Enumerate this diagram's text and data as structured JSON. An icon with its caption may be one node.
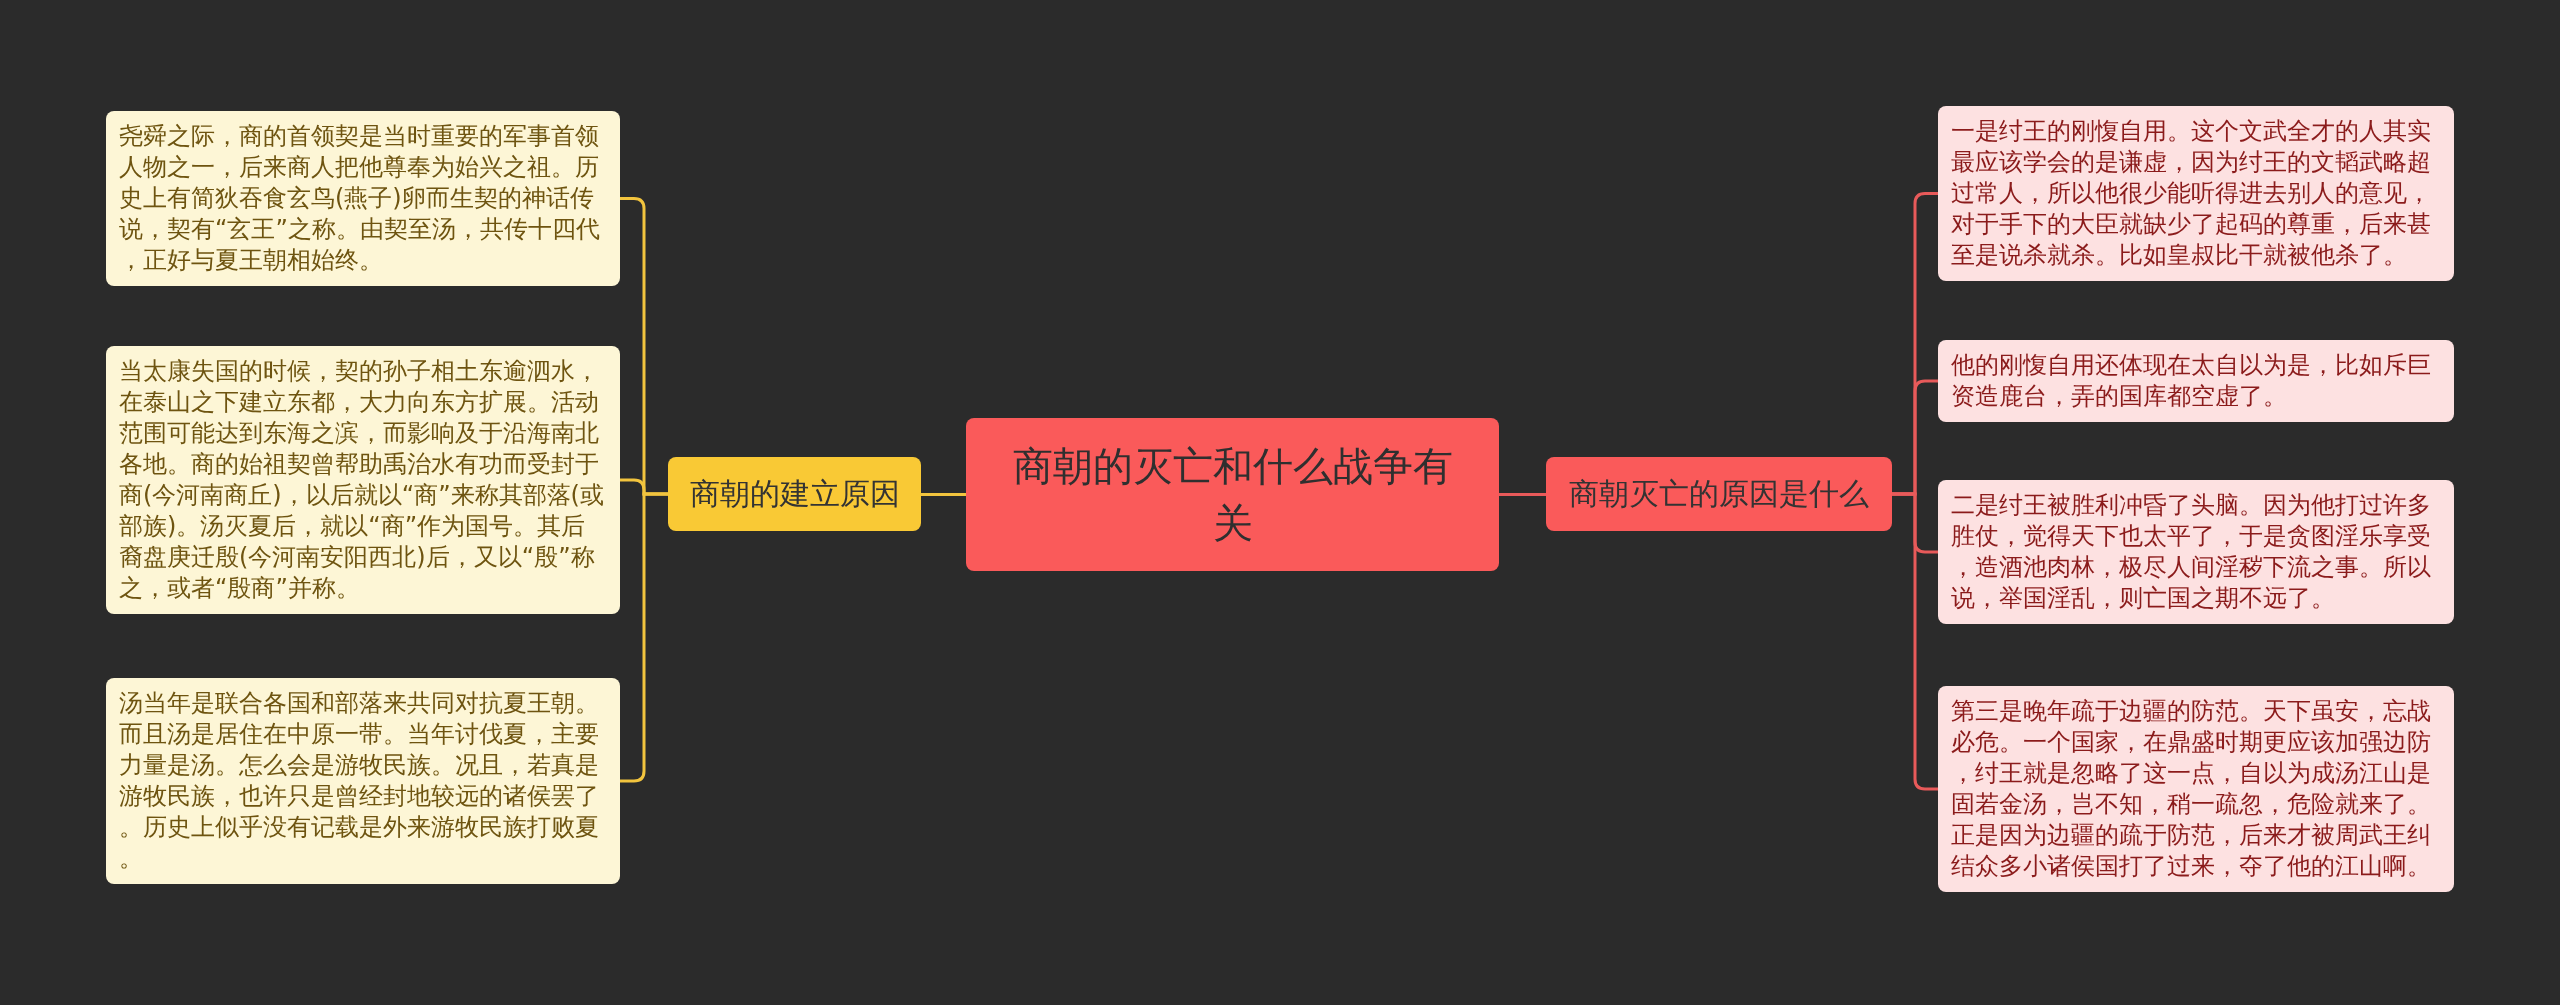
{
  "diagram": {
    "nodes": [
      {
        "text": [
          "商朝的灭亡和什么战争有关"
        ]
      },
      {
        "text": [
          "商朝的建立原因"
        ]
      },
      {
        "text": [
          "尧舜之际，商的首领契是当时重要的军事首领人物之一，后来商人把他尊奉为始兴之祖。历史上有简狄吞食玄鸟(燕子)卵而生契的神话传说，契有“玄王”之称。由契至汤，共传十四代，正好与夏王朝相始终。"
        ]
      },
      {
        "text": [
          "当太康失国的时候，契的孙子相土东逾泗水，在泰山之下建立东都，大力向东方扩展。活动范围可能达到东海之滨，而影响及于沿海南北各地。商的始祖契曾帮助禹治水有功而受封于商(今河南商丘)，以后就以“商”来称其部落(或部族)。汤灭夏后，就以“商”作为国号。其后裔盘庚迁殷(今河南安阳西北)后，又以“殷”称之，或者“殷商”并称。"
        ]
      },
      {
        "text": [
          "汤当年是联合各国和部落来共同对抗夏王朝。而且汤是居住在中原一带。当年讨伐夏，主要力量是汤。怎么会是游牧民族。况且，若真是游牧民族，也许只是曾经封地较远的诸侯罢了。历史上似乎没有记载是外来游牧民族打败夏。"
        ]
      },
      {
        "text": [
          "商朝灭亡的原因是什么"
        ]
      },
      {
        "text": [
          "一是纣王的刚愎自用。这个文武全才的人其实最应该学会的是谦虚，因为纣王的文韬武略超过常人，所以他很少能听得进去别人的意见，对于手下的大臣就缺少了起码的尊重，后来甚至是说杀就杀。比如皇叔比干就被他杀了。"
        ]
      },
      {
        "text": [
          "他的刚愎自用还体现在太自以为是，比如斥巨资造鹿台，弄的国库都空虚了。"
        ]
      },
      {
        "text": [
          "二是纣王被胜利冲昏了头脑。因为他打过许多胜仗，觉得天下也太平了，于是贪图淫乐享受，造酒池肉林，极尽人间淫秽下流之事。所以说，举国淫乱，则亡国之期不远了。"
        ]
      },
      {
        "text": [
          "第三是晚年疏于边疆的防范。天下虽安，忘战必危。一个国家，在鼎盛时期更应该加强边防，纣王就是忽略了这一点，自以为成汤江山是固若金汤，岂不知，稍一疏忽，危险就来了。正是因为边疆的疏于防范，后来才被周武王纠结众多小诸侯国打了过来，夺了他的江山啊。"
        ]
      }
    ],
    "edges": [
      {
        "from": 0,
        "to": 1,
        "arrow": "none",
        "color": "#f2c43e"
      },
      {
        "from": 1,
        "to": 2,
        "arrow": "none",
        "color": "#f2c43e"
      },
      {
        "from": 1,
        "to": 3,
        "arrow": "none",
        "color": "#f2c43e"
      },
      {
        "from": 1,
        "to": 4,
        "arrow": "none",
        "color": "#f2c43e"
      },
      {
        "from": 0,
        "to": 5,
        "arrow": "none"
      },
      {
        "from": 5,
        "to": 6,
        "arrow": "none"
      },
      {
        "from": 5,
        "to": 7,
        "arrow": "none"
      },
      {
        "from": 5,
        "to": 8,
        "arrow": "none"
      },
      {
        "from": 5,
        "to": 9,
        "arrow": "none"
      }
    ]
  }
}
